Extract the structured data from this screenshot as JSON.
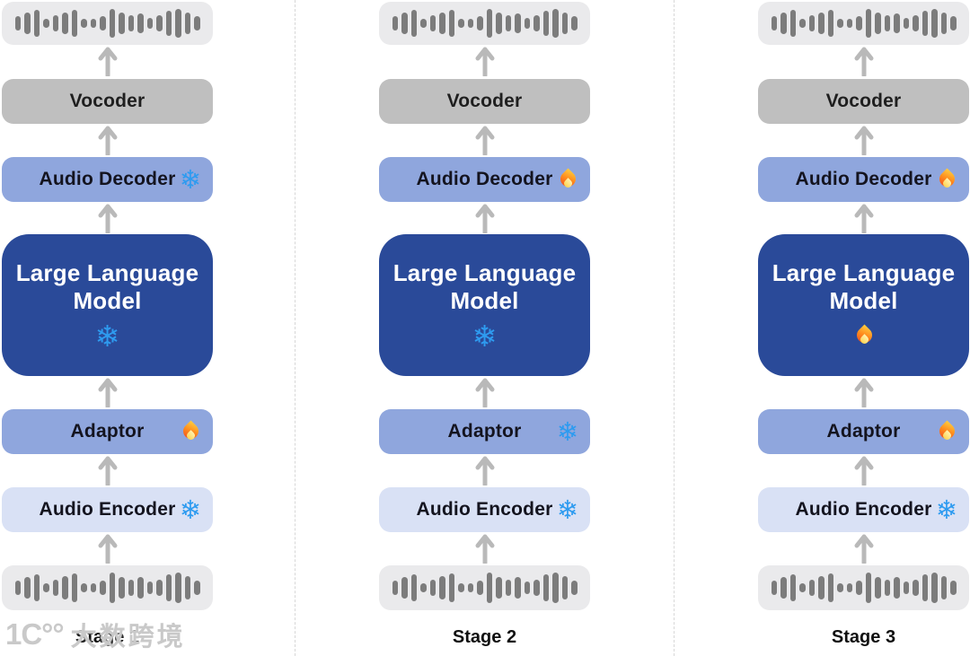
{
  "diagram": {
    "stages": [
      {
        "label": "Stage 1",
        "components": {
          "audio_output": {
            "icon": "audio-waveform-icon"
          },
          "vocoder": {
            "label": "Vocoder"
          },
          "audio_decoder": {
            "label": "Audio Decoder",
            "state": "frozen"
          },
          "llm": {
            "line1": "Large Language",
            "line2": "Model",
            "state": "frozen"
          },
          "adaptor": {
            "label": "Adaptor",
            "state": "trainable"
          },
          "audio_encoder": {
            "label": "Audio Encoder",
            "state": "frozen"
          },
          "audio_input": {
            "icon": "audio-waveform-icon"
          }
        }
      },
      {
        "label": "Stage 2",
        "components": {
          "audio_output": {
            "icon": "audio-waveform-icon"
          },
          "vocoder": {
            "label": "Vocoder"
          },
          "audio_decoder": {
            "label": "Audio Decoder",
            "state": "trainable"
          },
          "llm": {
            "line1": "Large Language",
            "line2": "Model",
            "state": "frozen"
          },
          "adaptor": {
            "label": "Adaptor",
            "state": "frozen"
          },
          "audio_encoder": {
            "label": "Audio Encoder",
            "state": "frozen"
          },
          "audio_input": {
            "icon": "audio-waveform-icon"
          }
        }
      },
      {
        "label": "Stage 3",
        "components": {
          "audio_output": {
            "icon": "audio-waveform-icon"
          },
          "vocoder": {
            "label": "Vocoder"
          },
          "audio_decoder": {
            "label": "Audio Decoder",
            "state": "trainable"
          },
          "llm": {
            "line1": "Large Language",
            "line2": "Model",
            "state": "trainable"
          },
          "adaptor": {
            "label": "Adaptor",
            "state": "trainable"
          },
          "audio_encoder": {
            "label": "Audio Encoder",
            "state": "frozen"
          },
          "audio_input": {
            "icon": "audio-waveform-icon"
          }
        }
      }
    ],
    "icons": {
      "frozen_glyph": "❄",
      "frozen_meaning": "frozen (snowflake-icon)",
      "trainable_meaning": "trainable (fire-icon)"
    },
    "waveform_heights": [
      46,
      68,
      86,
      30,
      52,
      72,
      88,
      30,
      30,
      46,
      92,
      68,
      52,
      66,
      38,
      52,
      84,
      92,
      70,
      46
    ],
    "colors": {
      "llm_box": "#2A4A99",
      "adaptor_box": "#8FA6DD",
      "audio_decoder_box": "#8FA6DD",
      "audio_encoder_box": "#D9E1F5",
      "vocoder_box": "#BFBFBF",
      "waveform_box": "#EAEAEC",
      "waveform_bars": "#7C7C7C",
      "arrow": "#B9B9B9",
      "snowflake": "#2E9BF0"
    }
  },
  "watermark": {
    "logo_text": "1C°°",
    "text": "大数跨境"
  }
}
